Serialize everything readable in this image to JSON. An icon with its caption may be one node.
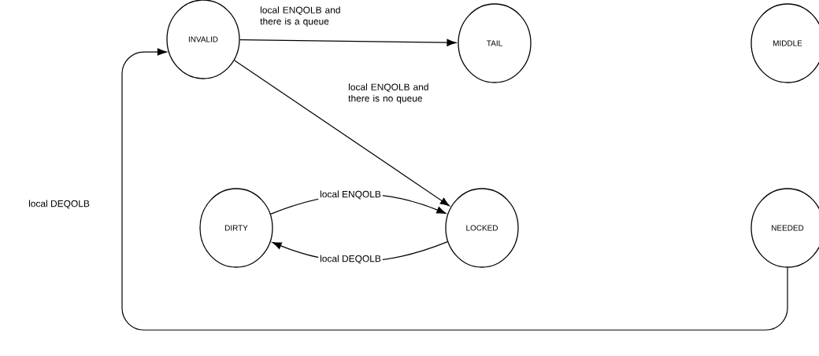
{
  "diagram": {
    "nodes": [
      {
        "text": [
          "INVALID"
        ]
      },
      {
        "text": [
          "TAIL"
        ]
      },
      {
        "text": [
          "MIDDLE"
        ]
      },
      {
        "text": [
          "DIRTY"
        ]
      },
      {
        "text": [
          "LOCKED"
        ]
      },
      {
        "text": [
          "NEEDED"
        ]
      }
    ],
    "edges": [
      {
        "from": 0,
        "to": 1,
        "arrow": "to",
        "label": "local ENQOLB and there is a queue"
      },
      {
        "from": 0,
        "to": 4,
        "arrow": "to",
        "label": "local ENQOLB and there is no queue"
      },
      {
        "from": 3,
        "to": 4,
        "arrow": "to",
        "label": "local ENQOLB"
      },
      {
        "from": 4,
        "to": 3,
        "arrow": "to",
        "label": "local DEQOLB"
      },
      {
        "from": 5,
        "to": 0,
        "arrow": "to",
        "label": "local DEQOLB"
      }
    ]
  }
}
